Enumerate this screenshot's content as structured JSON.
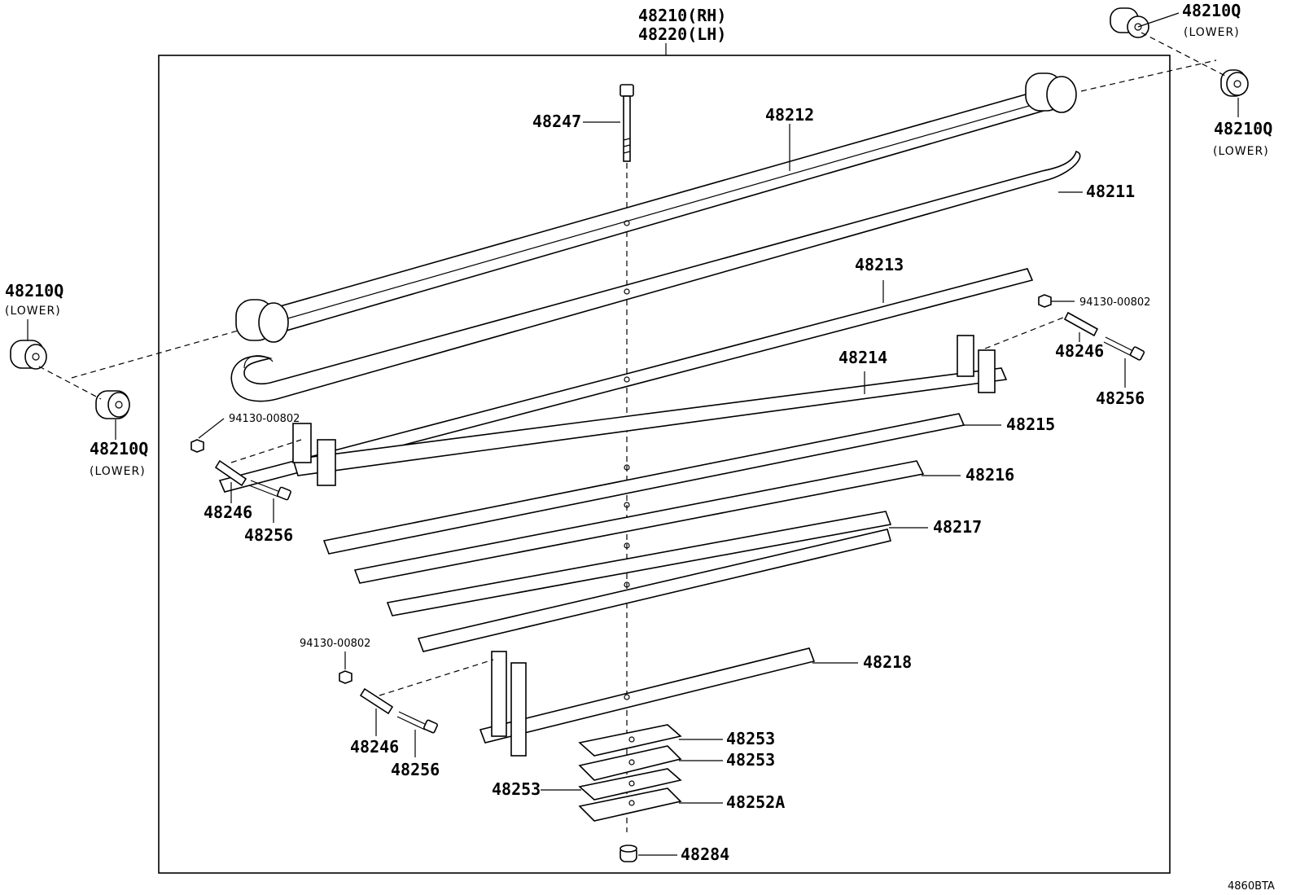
{
  "title_top": {
    "line1": "48210(RH)",
    "line2": "48220(LH)"
  },
  "diagram_code": "4860BTA",
  "labels": {
    "bushing_tr1": "48210Q",
    "bushing_tr1_sub": "(LOWER)",
    "bushing_tr2": "48210Q",
    "bushing_tr2_sub": "(LOWER)",
    "bushing_l1": "48210Q",
    "bushing_l1_sub": "(LOWER)",
    "bushing_l2": "48210Q",
    "bushing_l2_sub": "(LOWER)",
    "p48247": "48247",
    "p48212": "48212",
    "p48211": "48211",
    "p48213": "48213",
    "p48214": "48214",
    "p48215": "48215",
    "p48216": "48216",
    "p48217": "48217",
    "p48218": "48218",
    "nut_r": "94130-00802",
    "nut_l": "94130-00802",
    "nut_bl": "94130-00802",
    "pin_r": "48246",
    "bolt_r": "48256",
    "pin_l": "48246",
    "bolt_l": "48256",
    "pin_bl": "48246",
    "bolt_bl": "48256",
    "pad1": "48253",
    "pad2": "48253",
    "pad3": "48253",
    "pad4": "48252A",
    "p48284": "48284"
  }
}
